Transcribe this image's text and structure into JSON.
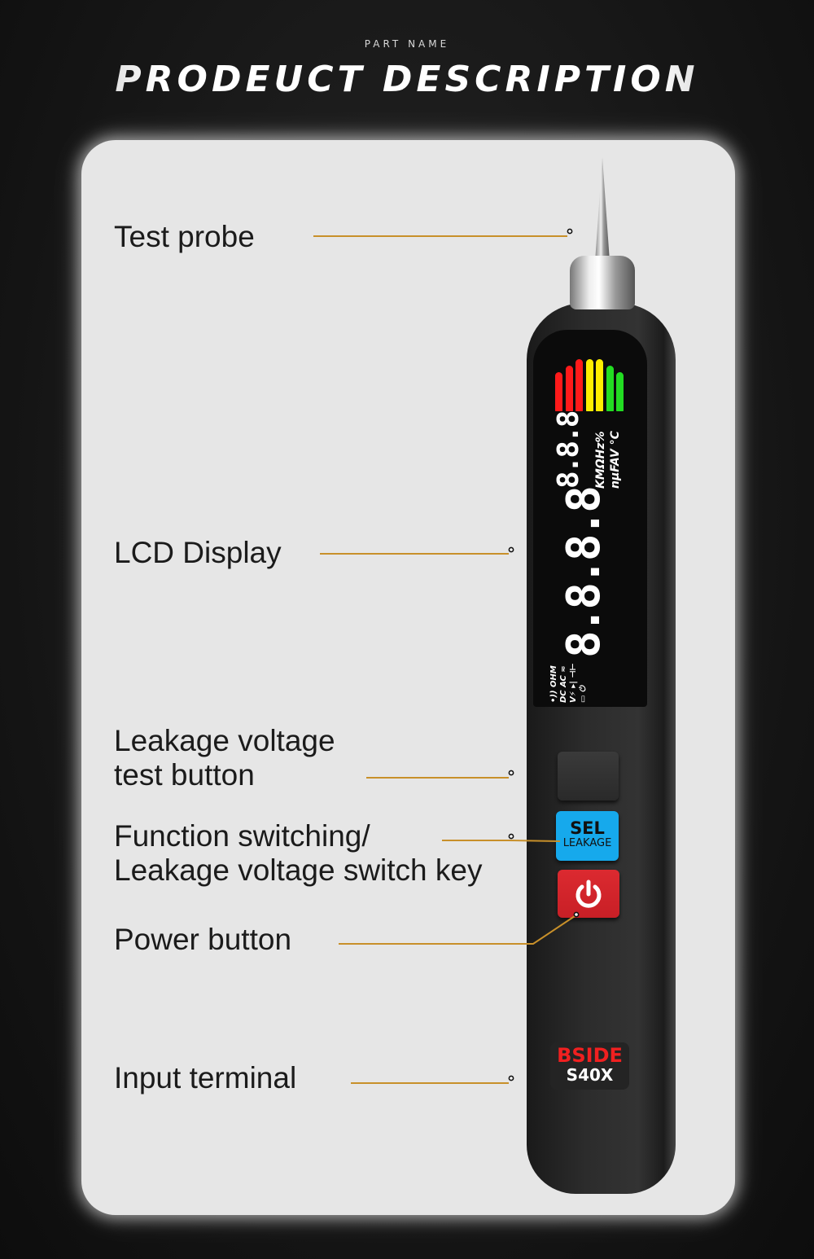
{
  "header": {
    "subtitle": "PART NAME",
    "title": "PRODEUCT DESCRIPTION"
  },
  "labels": {
    "test_probe": "Test probe",
    "lcd_display": "LCD Display",
    "leakage_line1": "Leakage voltage",
    "leakage_line2": "test button",
    "function_line1": "Function switching/",
    "function_line2": "Leakage voltage switch key",
    "power_button": "Power button",
    "input_terminal": "Input terminal"
  },
  "device": {
    "lcd": {
      "bar_colors": [
        "#ff1a1a",
        "#ff1a1a",
        "#ff1a1a",
        "#ffee00",
        "#ffee00",
        "#22dd22",
        "#22dd22"
      ],
      "big_digits": "8.8.8.8",
      "small_digits": "8.8.8",
      "units_row1": "KMΩHz%",
      "units_row2": "nμFAV °C",
      "indicators": "•)) OHM  DC AC  ≂ V⚡ ▸| ⊣⊢ ▭ ⏻"
    },
    "sel_button": {
      "line1": "SEL",
      "line2": "LEAKAGE"
    },
    "brand": {
      "name": "BSIDE",
      "model": "S40X"
    }
  },
  "colors": {
    "leader": "#c8902a",
    "sel": "#16a9ec",
    "power": "#d42329",
    "brand": "#f02020"
  }
}
